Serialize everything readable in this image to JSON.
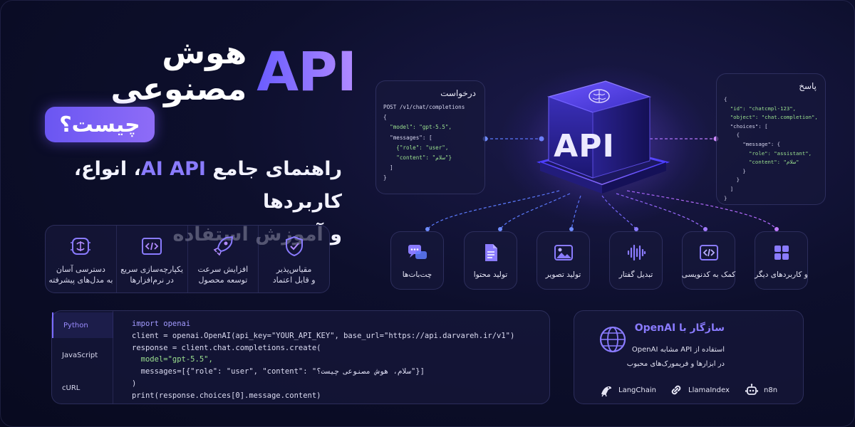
{
  "hero": {
    "title_api": "API",
    "title_fa": "هوش مصنوعی",
    "question": "چیست؟",
    "subtitle_line1_pre": "راهنمای جامع",
    "subtitle_line1_hl": "AI API",
    "subtitle_line1_post": "، انواع، کاربردها",
    "subtitle_line2": "و آموزش استفاده"
  },
  "features": [
    {
      "icon": "brain-chip-icon",
      "line1": "دسترسی آسان",
      "line2": "به مدل‌های پیشرفته"
    },
    {
      "icon": "code-window-icon",
      "line1": "یکپارچه‌سازی سریع",
      "line2": "در نرم‌افزارها"
    },
    {
      "icon": "rocket-icon",
      "line1": "افزایش سرعت",
      "line2": "توسعه محصول"
    },
    {
      "icon": "shield-check-icon",
      "line1": "مقیاس‌پذیر",
      "line2": "و قابل اعتماد"
    }
  ],
  "request": {
    "title": "درخواست",
    "lines": [
      "POST /v1/chat/completions",
      "{",
      "  \"model\": \"gpt-5.5\",",
      "  \"messages\": [",
      "    {\"role\": \"user\",",
      "    \"content\": \"سلام\"}",
      "  ]",
      "}"
    ]
  },
  "response": {
    "title": "پاسخ",
    "lines": [
      "{",
      "  \"id\": \"chatcmpl-123\",",
      "  \"object\": \"chat.completion\",",
      "  \"choices\": [",
      "    {",
      "      \"message\": {",
      "        \"role\": \"assistant\",",
      "        \"content\": \"سلام\"",
      "      }",
      "    }",
      "  ]",
      "}"
    ]
  },
  "cube": {
    "label": "API",
    "icon": "brain-icon"
  },
  "usecases": [
    {
      "icon": "chat-bubbles-icon",
      "label": "چت‌بات‌ها"
    },
    {
      "icon": "document-icon",
      "label": "تولید محتوا"
    },
    {
      "icon": "image-icon",
      "label": "تولید تصویر"
    },
    {
      "icon": "waveform-icon",
      "label": "تبدیل گفتار"
    },
    {
      "icon": "code-icon",
      "label": "کمک به کدنویسی"
    },
    {
      "icon": "grid-icon",
      "label": "و کاربردهای دیگر"
    }
  ],
  "code": {
    "tabs": [
      "Python",
      "JavaScript",
      "cURL"
    ],
    "active_tab": "Python",
    "lines": [
      "import openai",
      "client = openai.OpenAI(api_key=\"YOUR_API_KEY\", base_url=\"https://api.darvareh.ir/v1\")",
      "response = client.chat.completions.create(",
      "  model=\"gpt-5.5\",",
      "  messages=[{\"role\": \"user\", \"content\": \"سلام، هوش مصنوعی چیست؟\"}]",
      ")",
      "print(response.choices[0].message.content)"
    ]
  },
  "openai": {
    "title": "سازگار با OpenAI",
    "desc_line1": "استفاده از API مشابه OpenAI",
    "desc_line2": "در ابزارها و فریمورک‌های محبوب",
    "frameworks": [
      {
        "icon": "parrot-icon",
        "label": "LangChain"
      },
      {
        "icon": "chain-link-icon",
        "label": "LlamaIndex"
      },
      {
        "icon": "robot-icon",
        "label": "n8n"
      }
    ]
  },
  "colors": {
    "accent": "#7b6cff",
    "accent2": "#b28bff",
    "background": "#0d0f2c",
    "string": "#9be08f"
  }
}
